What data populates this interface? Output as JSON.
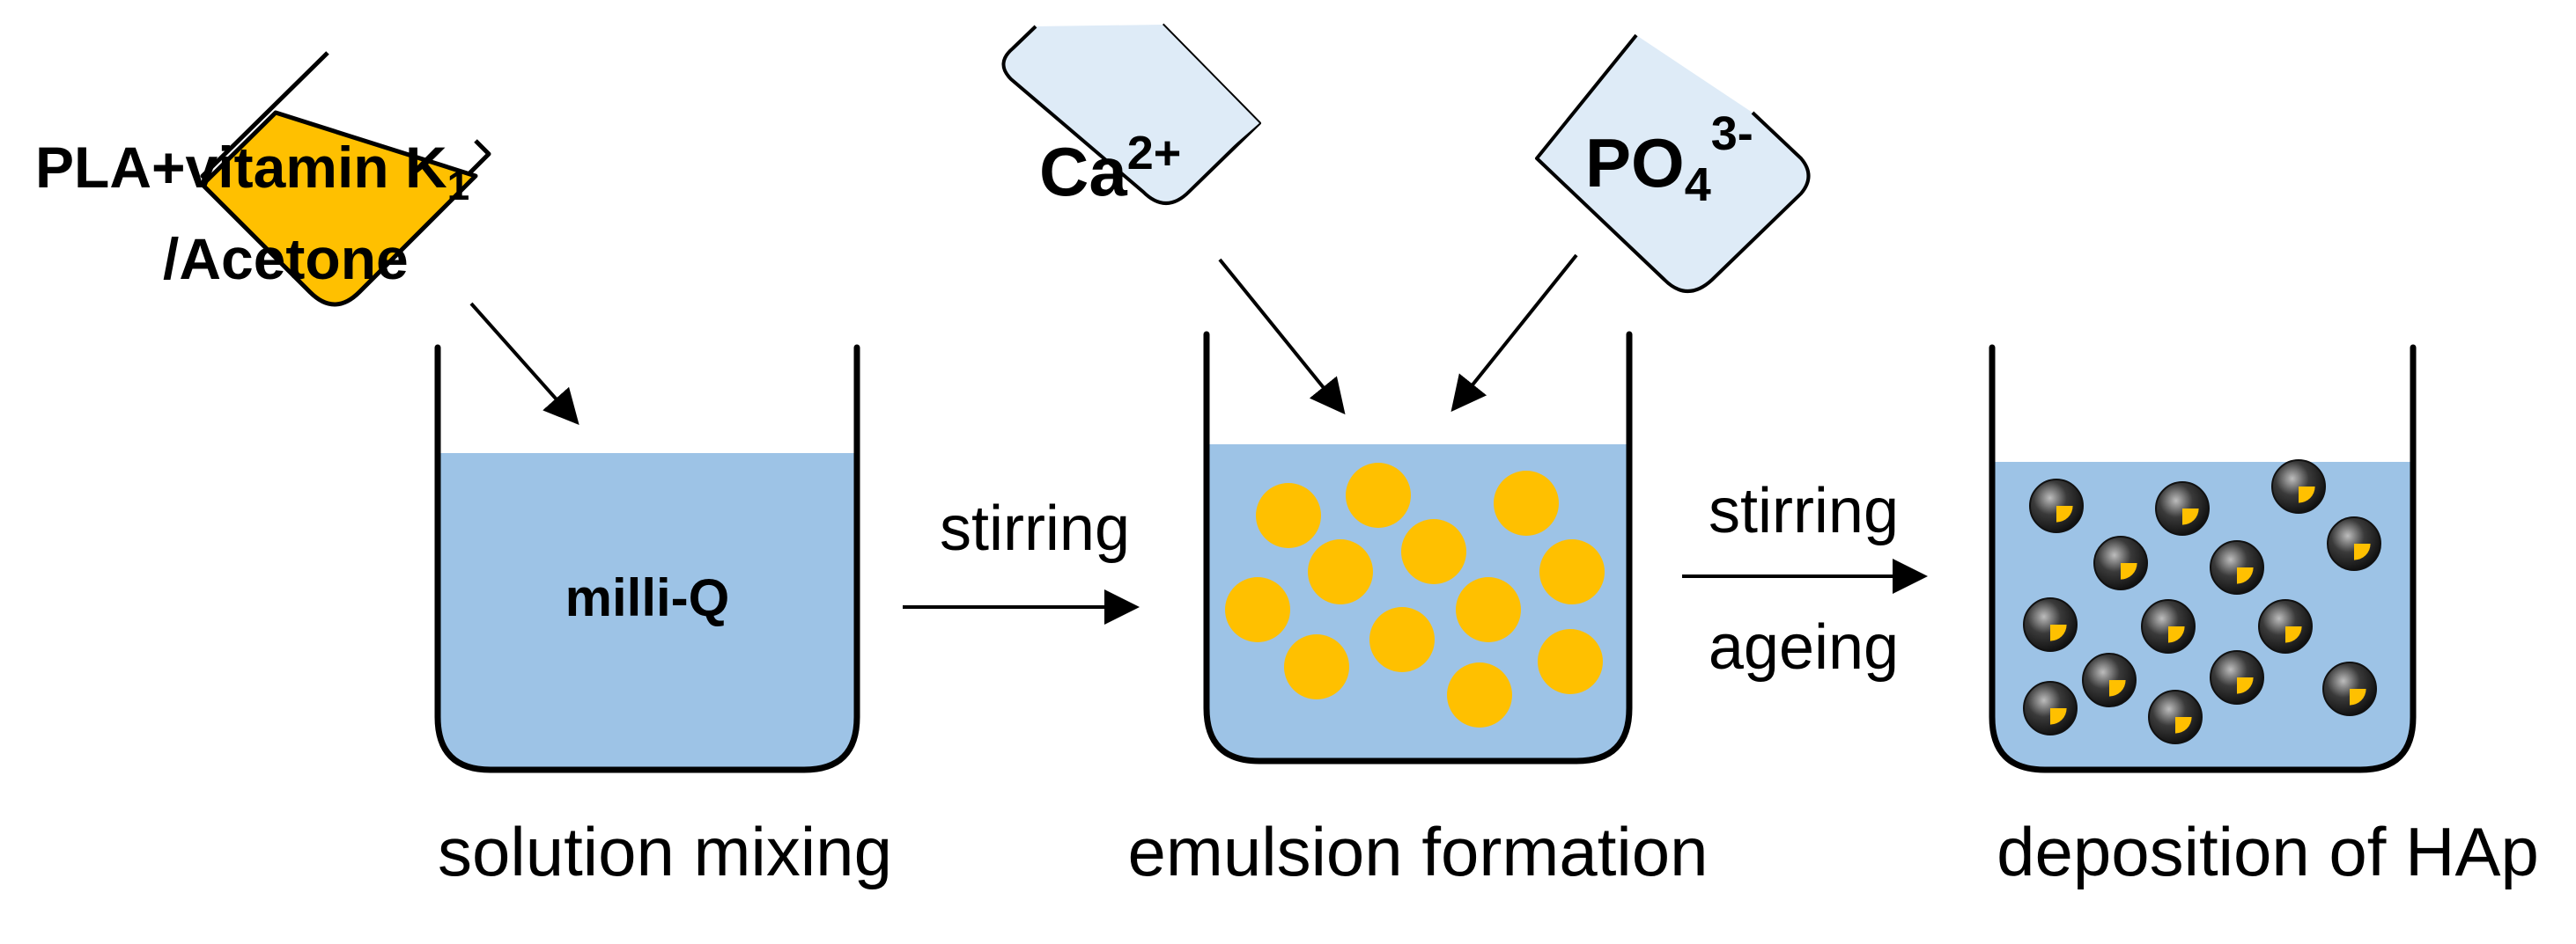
{
  "reagents": {
    "first": {
      "prefix": "PLA+vitamin  K",
      "subscript": "1",
      "line2": "/Acetone"
    },
    "calcium": {
      "base": "Ca",
      "superscript": "2+"
    },
    "phosphate": {
      "base": "PO",
      "subscript": "4",
      "superscript": "3-"
    }
  },
  "beakers": {
    "first_content": "milli-Q"
  },
  "arrows": {
    "step1": "stirring",
    "step2_line1": "stirring",
    "step2_line2": "ageing"
  },
  "stages": {
    "stage1": "solution mixing",
    "stage2": "emulsion formation",
    "stage3": "deposition of HAp"
  },
  "colors": {
    "liquid": "#9dc3e6",
    "droplet": "#ffc000",
    "container_light": "#deebf7",
    "sphere_dark": "#3a3a3a",
    "outline": "#000000"
  }
}
